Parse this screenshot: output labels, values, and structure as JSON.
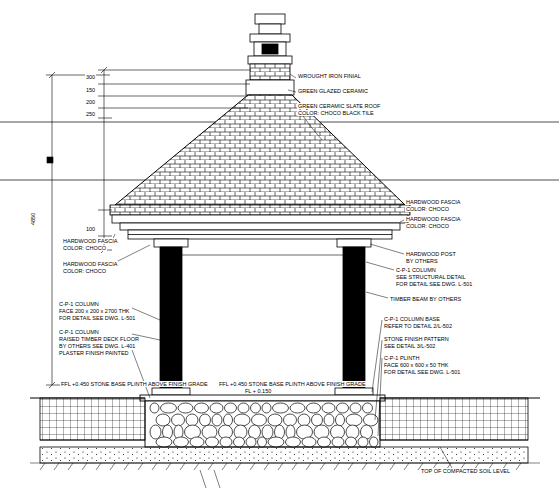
{
  "diagram": {
    "labels": [
      "WROUGHT IRON FINIAL",
      "GREEN GLAZED CERAMIC",
      "GREEN CERAMIC SLATE ROOF",
      "COLOR: CHOCO BLACK TILE",
      "HARDWOOD FASCIA",
      "COLOR: CHOCO",
      "HARDWOOD FASCIA",
      "COLOR: CHOCO",
      "HARDWOOD POST",
      "BY OTHERS",
      "C-P-1 COLUMN",
      "SEE STRUCTURAL DETAIL",
      "FOR DETAIL SEE DWG. L-501",
      "TIMBER BEAM BY OTHERS",
      "C-P-1 COLUMN BASE",
      "REFER TO DETAIL 2/L-502",
      "STONE FINISH PATTERN",
      "SEE DETAIL 3/L-502",
      "C-P-1 PLINTH",
      "FACE 600 x 600 x 50 THK",
      "FOR DETAIL SEE DWG. L-501",
      "HARDWOOD FASCIA",
      "COLOR: CHOCO",
      "HARDWOOD FASCIA",
      "COLOR: CHOCO",
      "C-P-1 COLUMN",
      "FACE 200 x 200 x 2700 THK",
      "FOR DETAIL SEE DWG. L-501",
      "C-P-1 COLUMN",
      "RAISED TIMBER DECK FLOOR",
      "BY OTHERS SEE DWG. L-401",
      "PLASTER FINISH PAINTED",
      "FFL +0.450 STONE BASE PLINTH ABOVE FINISH GRADE",
      "FFL +0.450 STONE BASE PLINTH ABOVE FINISH GRADE",
      "FL + 0.150",
      "TOP OF COMPACTED SOIL LEVEL",
      "300",
      "150",
      "200",
      "250",
      "100",
      "4850"
    ]
  }
}
